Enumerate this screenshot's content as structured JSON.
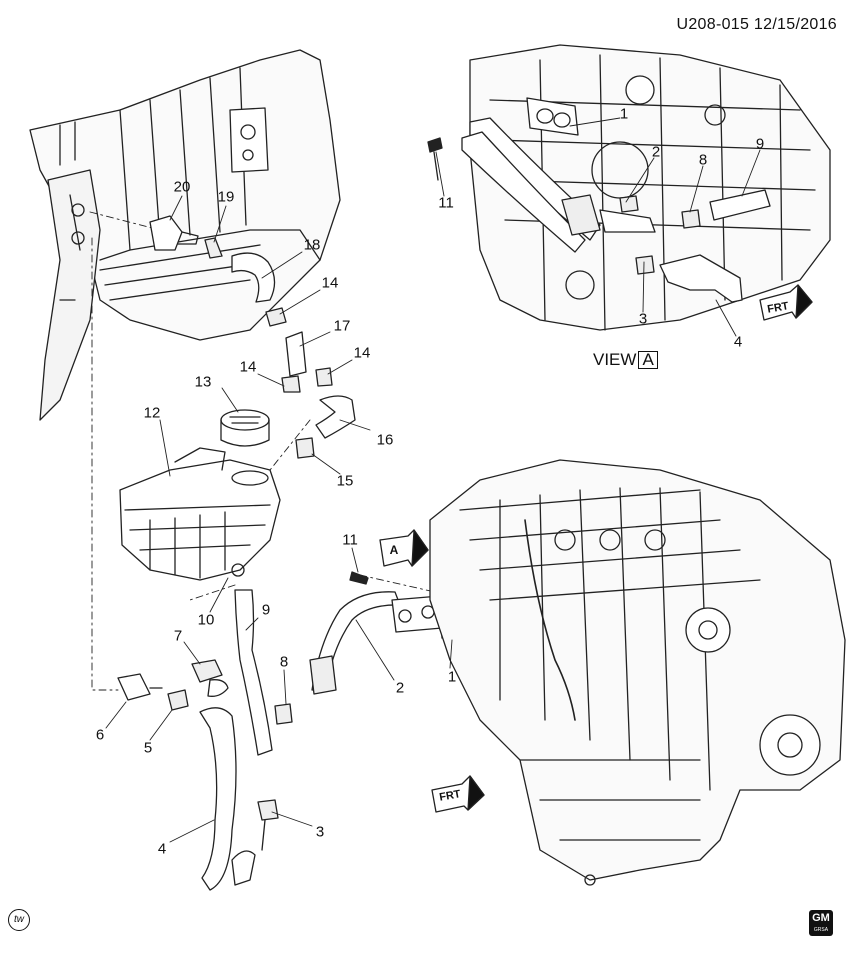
{
  "header": {
    "code": "U208-015",
    "date": "12/15/2016",
    "text": "U208-015  12/15/2016"
  },
  "view_label": {
    "prefix": "VIEW",
    "letter": "A"
  },
  "view_arrow_letter": "A",
  "front_label": "FRT",
  "logos": {
    "tw": "tw",
    "gm": "GM",
    "gm_sub": "GRSA"
  },
  "callouts": {
    "main": [
      "20",
      "19",
      "18",
      "14",
      "17",
      "14",
      "14",
      "13",
      "16",
      "12",
      "15",
      "11",
      "10",
      "9",
      "7",
      "8",
      "2",
      "1",
      "6",
      "5",
      "4",
      "3"
    ],
    "view_a": [
      "1",
      "2",
      "8",
      "9",
      "11",
      "3",
      "4"
    ]
  }
}
